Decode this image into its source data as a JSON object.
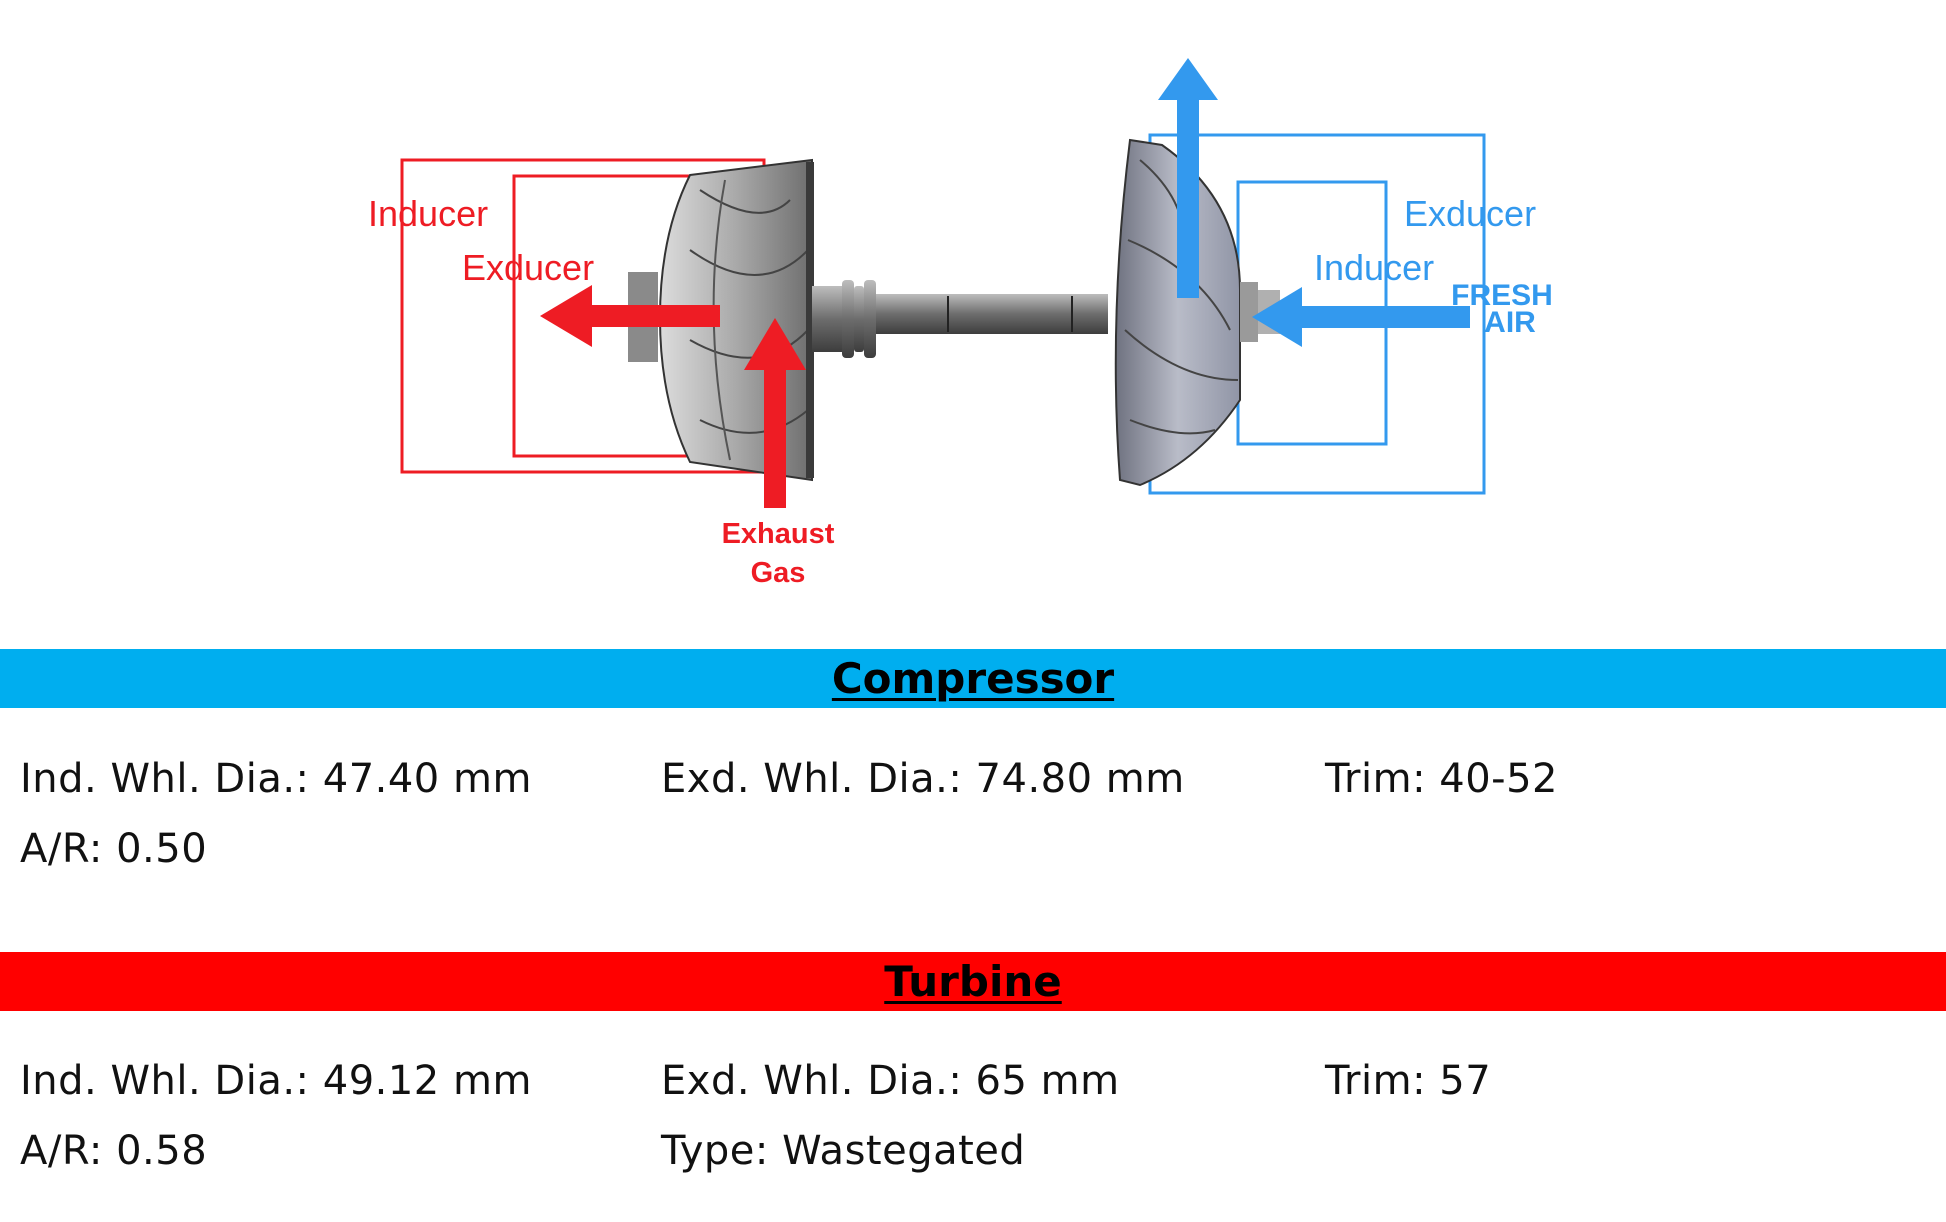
{
  "diagram": {
    "turbine_side": {
      "inducer_label": "Inducer",
      "exducer_label": "Exducer",
      "flow_label_line1": "Exhaust",
      "flow_label_line2": "Gas",
      "color": "#ee1c24"
    },
    "compressor_side": {
      "exducer_label": "Exducer",
      "inducer_label": "Inducer",
      "flow_label_line1": "FRESH",
      "flow_label_line2": "AIR",
      "color": "#3399ee"
    }
  },
  "compressor": {
    "title": "Compressor",
    "band_color": "#00aeef",
    "ind_whl_dia": "Ind. Whl. Dia.: 47.40 mm",
    "exd_whl_dia": "Exd. Whl. Dia.: 74.80 mm",
    "trim": "Trim: 40-52",
    "ar": "A/R: 0.50"
  },
  "turbine": {
    "title": "Turbine",
    "band_color": "#ff0000",
    "ind_whl_dia": "Ind. Whl. Dia.: 49.12 mm",
    "exd_whl_dia": "Exd. Whl. Dia.: 65 mm",
    "trim": "Trim: 57",
    "ar": "A/R: 0.58",
    "type": "Type: Wastegated"
  }
}
